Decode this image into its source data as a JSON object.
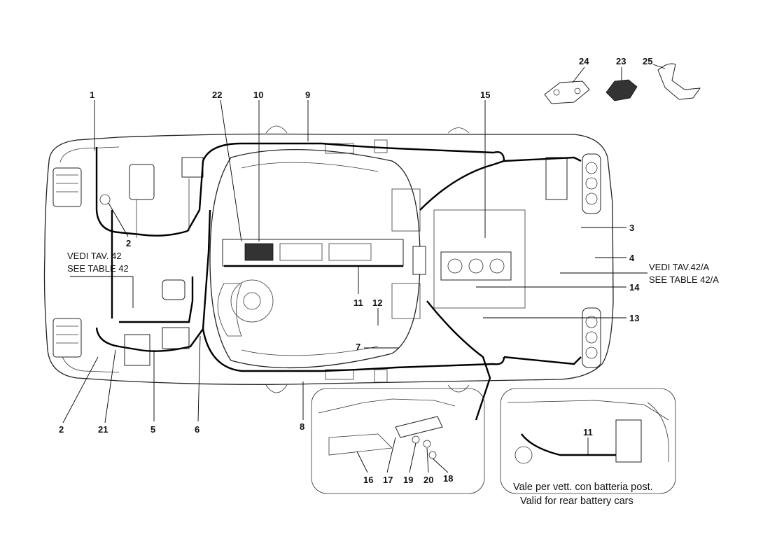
{
  "diagram": {
    "callouts": [
      "1",
      "2",
      "2",
      "3",
      "4",
      "5",
      "6",
      "7",
      "8",
      "9",
      "10",
      "11",
      "11",
      "12",
      "13",
      "14",
      "15",
      "16",
      "17",
      "18",
      "19",
      "20",
      "21",
      "22",
      "23",
      "24",
      "25"
    ],
    "notes": {
      "left_it": "VEDI TAV. 42",
      "left_en": "SEE TABLE 42",
      "right_it": "VEDI TAV.42/A",
      "right_en": "SEE TABLE 42/A"
    },
    "inset_caption": {
      "it": "Vale per vett. con batteria post.",
      "en": "Valid for rear battery cars"
    }
  }
}
